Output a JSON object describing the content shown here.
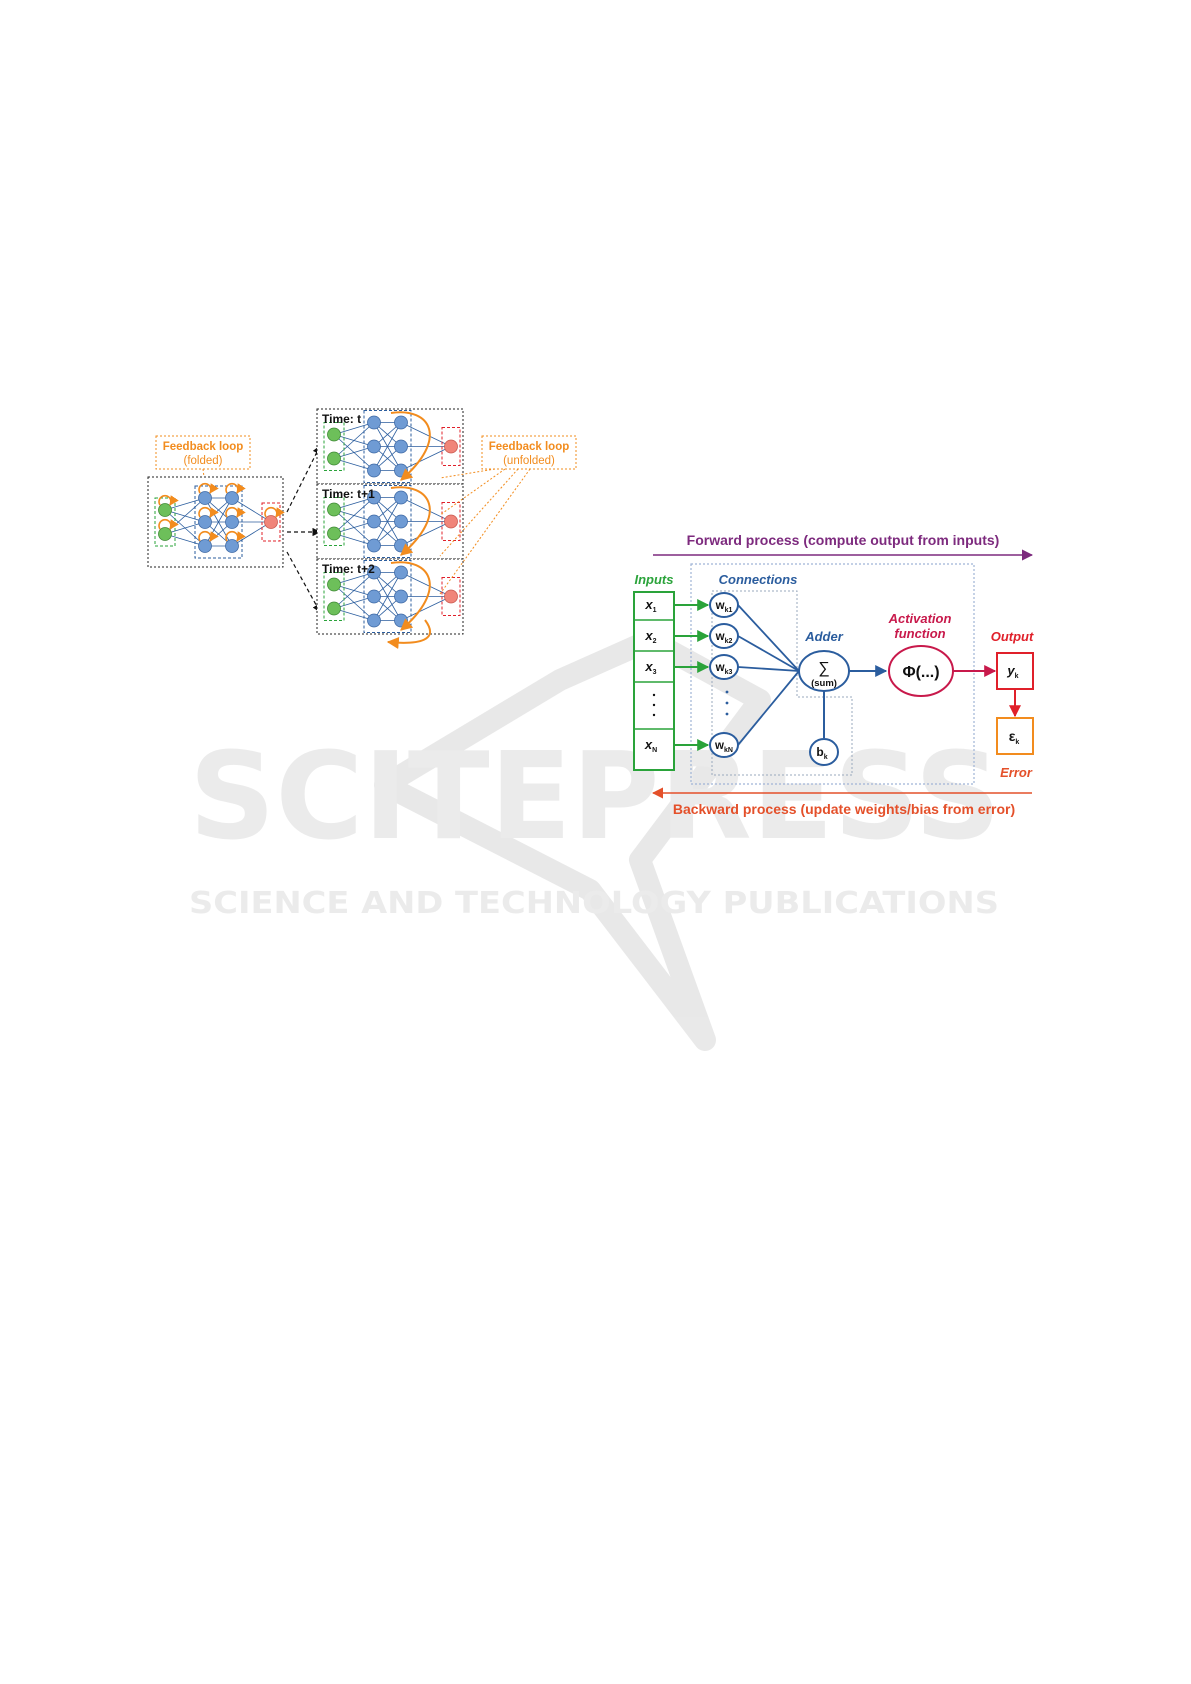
{
  "watermark": {
    "name": "SCITEPRESS",
    "tagline": "SCIENCE AND TECHNOLOGY PUBLICATIONS"
  },
  "rnn_diagram": {
    "folded_label": "Feedback loop",
    "folded_sub": "(folded)",
    "unfolded_label": "Feedback loop",
    "unfolded_sub": "(unfolded)",
    "time_labels": [
      "Time: t",
      "Time: t+1",
      "Time: t+2"
    ]
  },
  "neuron_diagram": {
    "forward": "Forward process (compute output from inputs)",
    "backward": "Backward process (update weights/bias from error)",
    "inputs_title": "Inputs",
    "connections_title": "Connections",
    "adder_title": "Adder",
    "activation_title_1": "Activation",
    "activation_title_2": "function",
    "output_title": "Output",
    "error_title": "Error",
    "inputs": [
      {
        "base": "x",
        "sub": "1"
      },
      {
        "base": "x",
        "sub": "2"
      },
      {
        "base": "x",
        "sub": "3"
      },
      {
        "base": "x",
        "sub": "N"
      }
    ],
    "weights": [
      {
        "base": "w",
        "sub": "k1"
      },
      {
        "base": "w",
        "sub": "k2"
      },
      {
        "base": "w",
        "sub": "k3"
      },
      {
        "base": "w",
        "sub": "kN"
      }
    ],
    "sum_symbol": "∑",
    "sum_text": "(sum)",
    "bias": {
      "base": "b",
      "sub": "k"
    },
    "activation": "Φ(...)",
    "output": {
      "base": "y",
      "sub": "k"
    },
    "error": {
      "base": "ε",
      "sub": "k"
    }
  },
  "colors": {
    "green": "#2aa33a",
    "blue": "#2b5d9e",
    "crimson": "#c8194b",
    "red": "#e0202a",
    "orange": "#f28c1e",
    "purple": "#7d2a7e",
    "node_blue": "#6f9bd4",
    "node_green": "#6dbf5a",
    "node_red": "#f0857a"
  }
}
